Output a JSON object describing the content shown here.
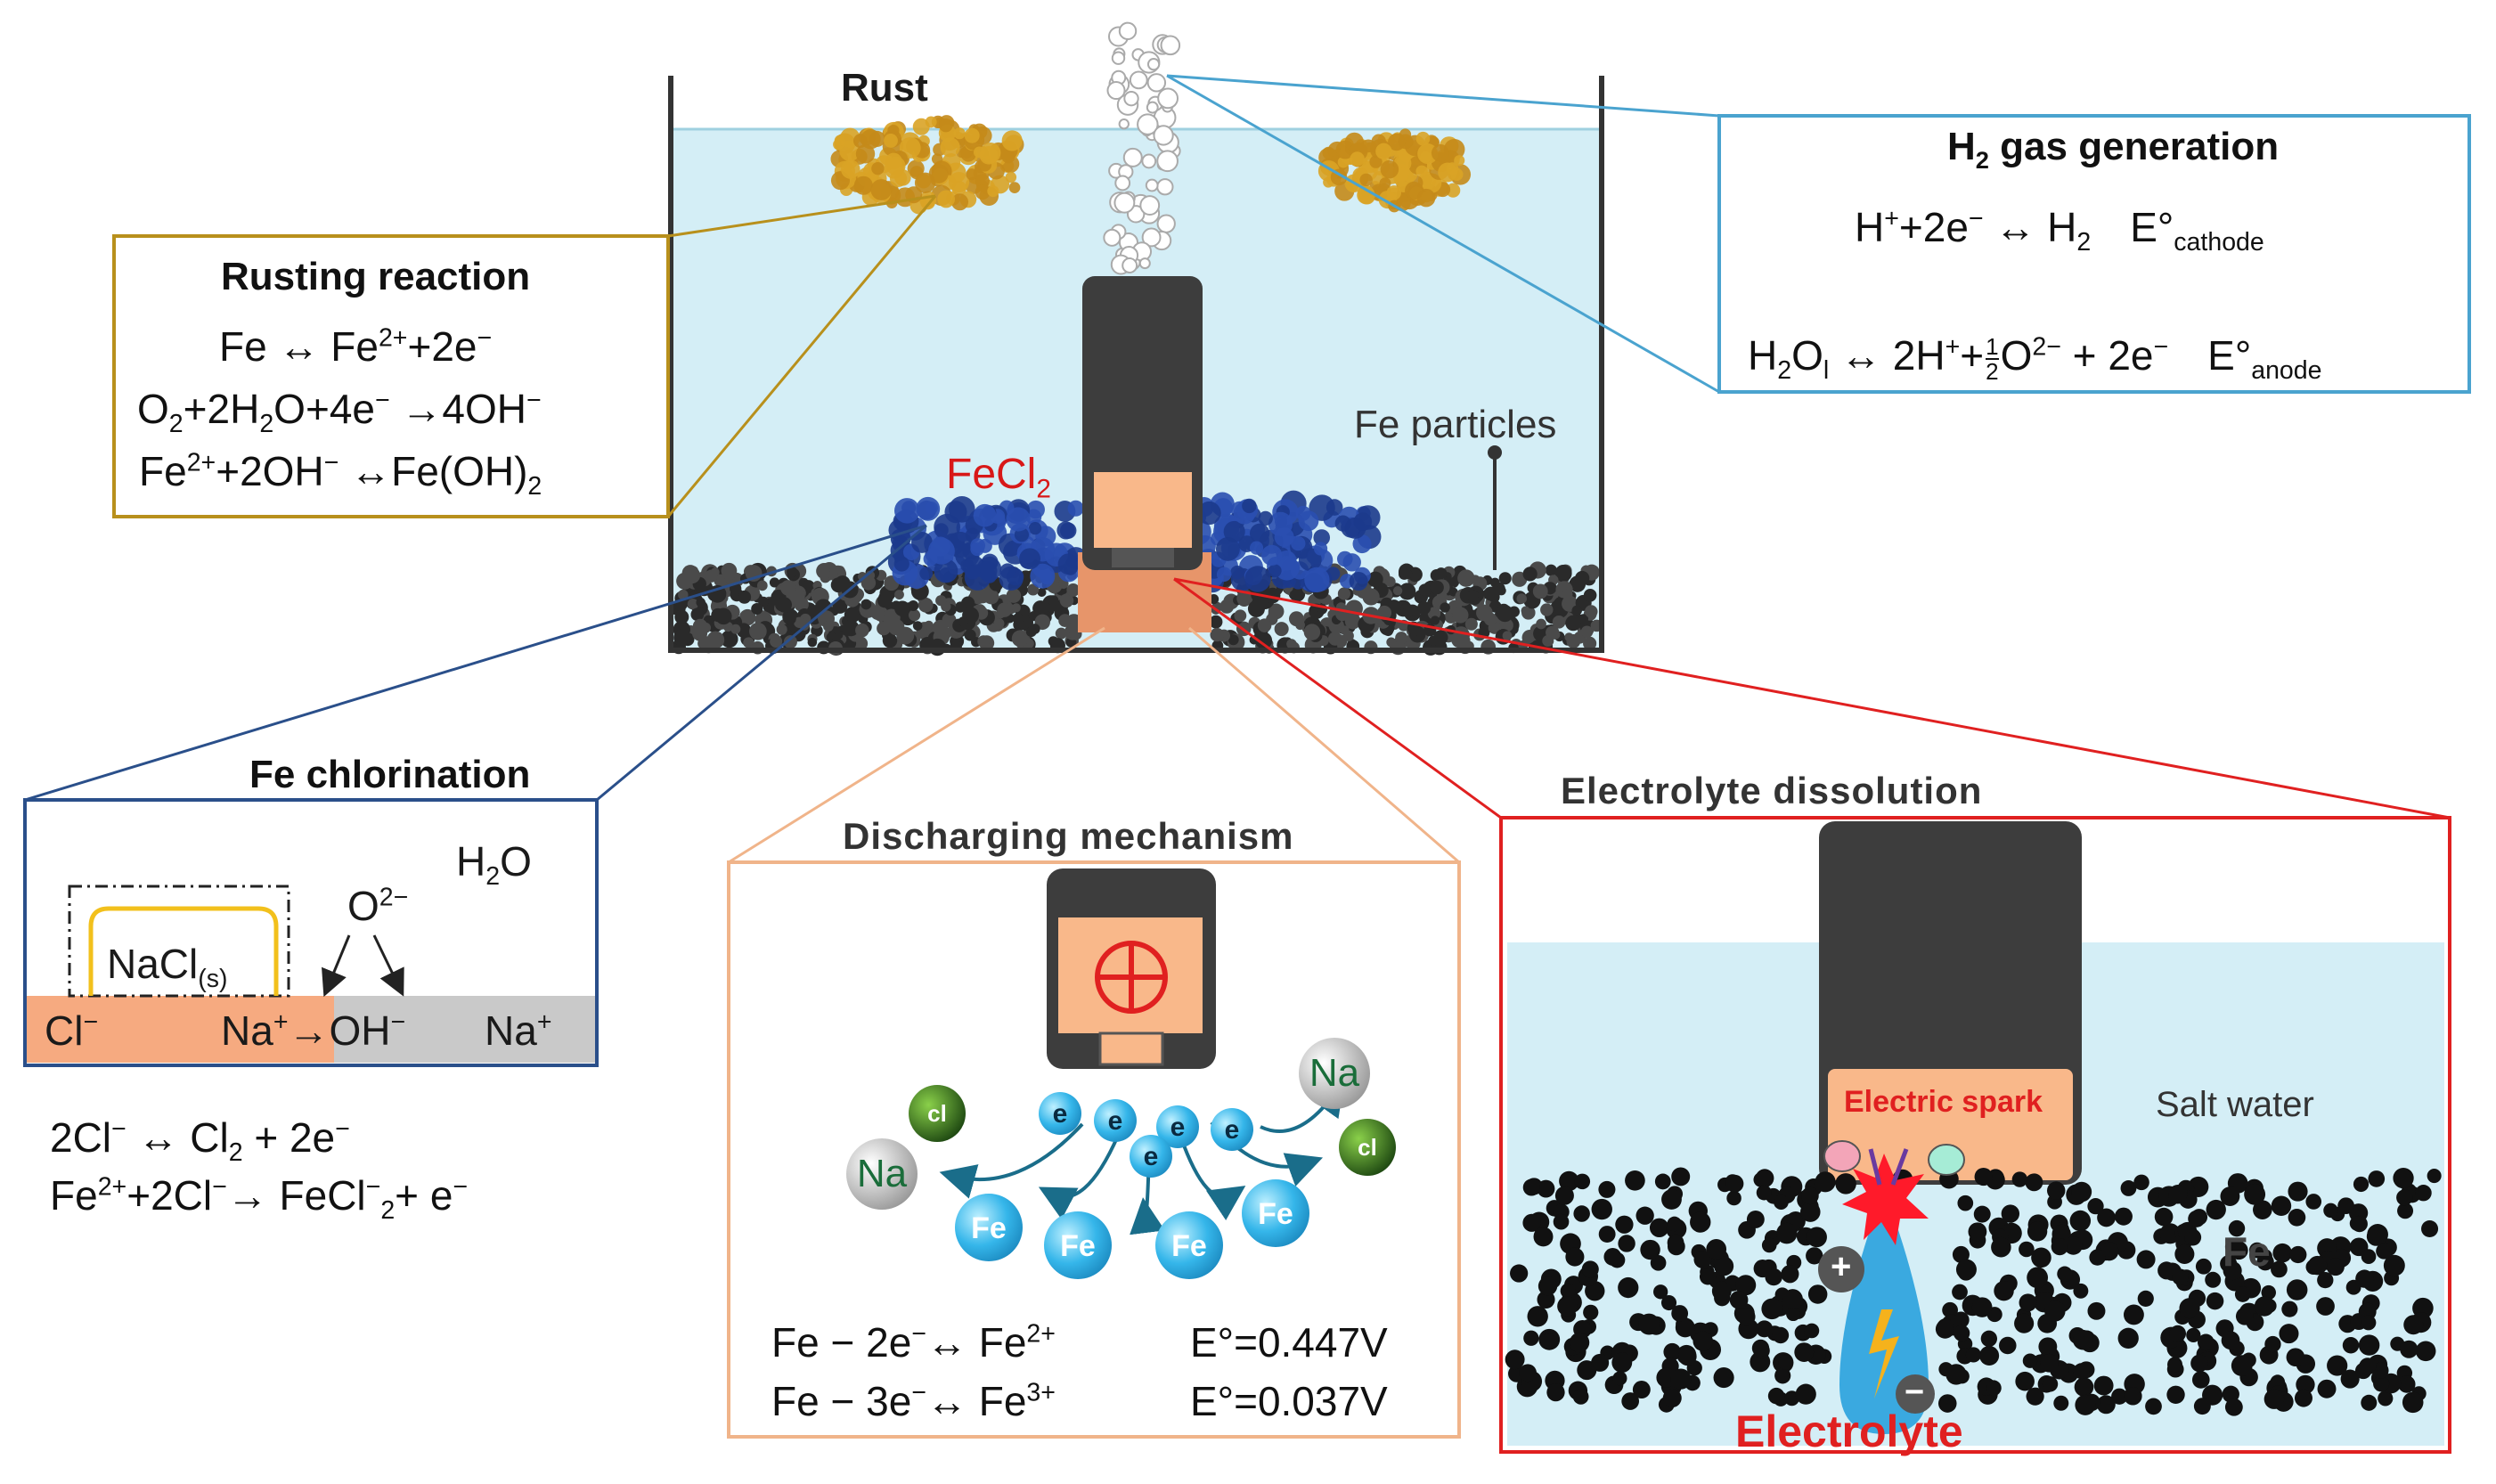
{
  "tank": {
    "rust_label": "Rust",
    "fecl2_label": "FeCl",
    "fecl2_sub": "2",
    "fe_particles_label": "Fe particles"
  },
  "rusting": {
    "title": "Rusting reaction",
    "eq1": [
      "Fe ↔ Fe",
      "2+",
      "+2e",
      "−"
    ],
    "eq2": [
      "O",
      "2",
      "+2H",
      "2",
      "O+4e",
      "−",
      " →4OH",
      "−"
    ],
    "eq3": [
      "Fe",
      "2+",
      "+2OH",
      "−",
      " ↔Fe(OH)",
      "2"
    ]
  },
  "h2gas": {
    "title_pre": "H",
    "title_sub": "2",
    "title_post": " gas generation",
    "eq1": [
      "H",
      "+",
      "+2e",
      "−",
      " ↔ H",
      "2",
      "E°",
      "cathode"
    ],
    "eq2": [
      "H",
      "2",
      "O",
      "l",
      " ↔ 2H",
      "+",
      "+",
      "1",
      "2",
      "O",
      "2−",
      " + 2e",
      "−",
      "E°",
      "anode"
    ]
  },
  "chlorination": {
    "title": "Fe chlorination",
    "h2o": [
      "H",
      "2",
      "O"
    ],
    "o2": [
      "O",
      "2−"
    ],
    "nacl": [
      "NaCl",
      "(s)"
    ],
    "cl": [
      "Cl",
      "−"
    ],
    "na_arrow": [
      "Na",
      "+",
      "→OH",
      "−"
    ],
    "na2": [
      "Na",
      "+"
    ],
    "eq1": [
      "2Cl",
      "−",
      " ↔ Cl",
      "2",
      " + 2e",
      "−"
    ],
    "eq2": [
      "Fe",
      "2+",
      "+2Cl",
      "−",
      "→ FeCl",
      "−",
      "2",
      "+ e",
      "−"
    ]
  },
  "discharging": {
    "title": "Discharging mechanism",
    "e": "e",
    "fe": "Fe",
    "na": "Na",
    "cl": "cl",
    "eq1": [
      "Fe − 2e",
      "−",
      "↔ Fe",
      "2+",
      "E°=0.447V"
    ],
    "eq2": [
      "Fe − 3e",
      "−",
      "↔ Fe",
      "3+",
      "E°=0.037V"
    ]
  },
  "electrolyte": {
    "title": "Electrolyte  dissolution",
    "spark": "Electric spark",
    "salt_water": "Salt water",
    "fe": "Fe",
    "label": "Electrolyte",
    "plus": "+",
    "minus": "−"
  },
  "colors": {
    "water": "#d4eef6",
    "rust": "#d9a326",
    "fecl2_blue": "#1c3a8c",
    "rust_box": "#b8901c",
    "h2_box": "#4aa3cf",
    "chl_box": "#2a4f8a",
    "dis_box": "#f0b48a",
    "ele_box": "#e02020",
    "battery": "#3d3d3d",
    "battery_cap": "#f9b88a"
  }
}
